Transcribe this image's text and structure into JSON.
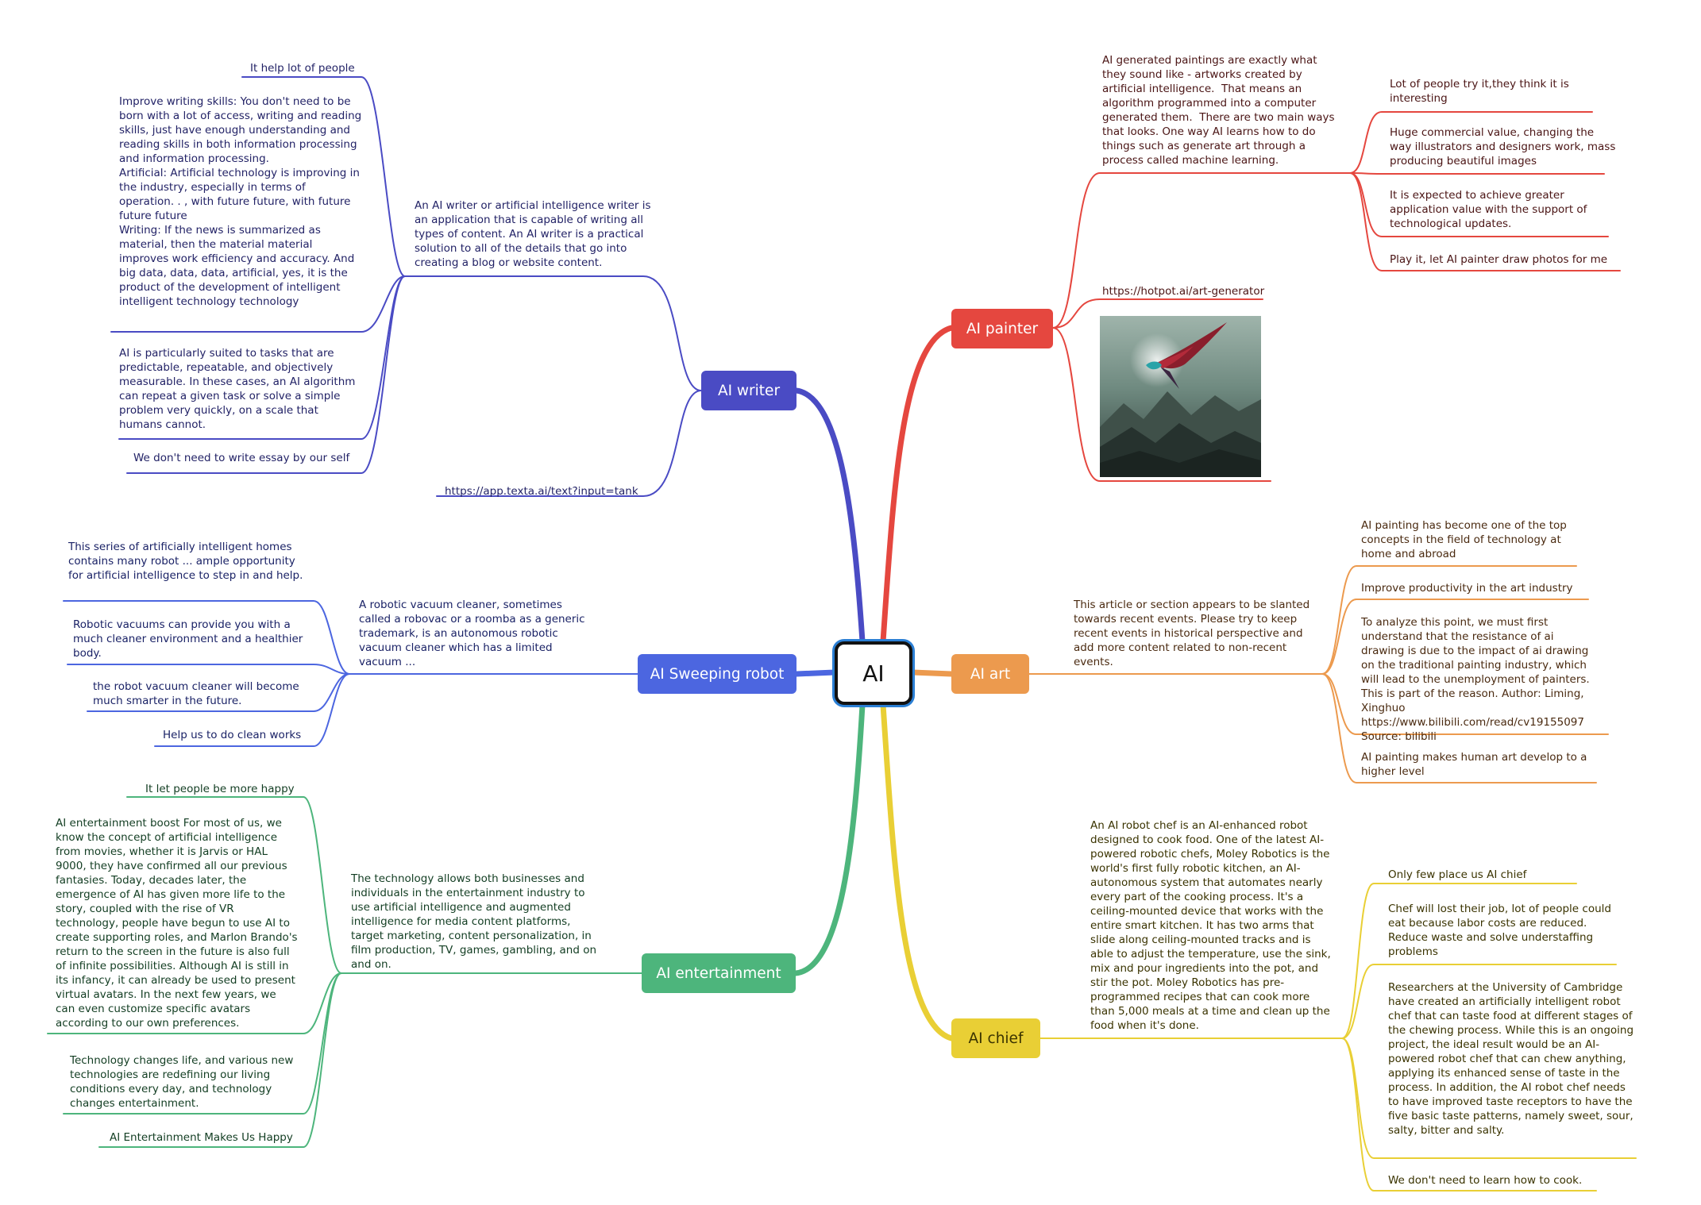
{
  "center": "AI",
  "colors": {
    "writer": "#4a4bc4",
    "painter": "#e5473f",
    "sweeping": "#4c66e0",
    "art": "#ec9a4e",
    "entertainment": "#4db57c",
    "chief": "#e9cf35"
  },
  "writer": {
    "label": "AI writer",
    "desc": "An AI writer or artificial intelligence writer is an application that is capable of writing all types of content. An AI writer is a practical solution to all of the details that go into creating a blog or website content.",
    "link": "https://app.texta.ai/text?input=tank",
    "items": [
      "It help lot of people",
      "Improve writing skills: You don't need to be born with a lot of access, writing and reading skills, just have enough understanding and reading skills in both information processing and information processing.\nArtificial: Artificial technology is improving in the industry, especially in terms of operation. . , with future future, with future future future\nWriting: If the news is summarized as material, then the material material improves work efficiency and accuracy. And big data, data, data, artificial, yes, it is the product of the development of intelligent intelligent technology technology",
      "AI is particularly suited to tasks that are predictable, repeatable, and objectively measurable. In these cases, an AI algorithm can repeat a given task or solve a simple problem very quickly, on a scale that humans cannot.",
      "We don't need to write essay by our self"
    ]
  },
  "painter": {
    "label": "AI painter",
    "desc": "AI generated paintings are exactly what they sound like - artworks created by artificial intelligence.  That means an algorithm programmed into a computer generated them.  There are two main ways that looks. One way AI learns how to do things such as generate art through a process called machine learning.",
    "link": "https://hotpot.ai/art-generator",
    "items": [
      "Lot of people try it,they think it is interesting",
      "Huge commercial value, changing the way illustrators and designers work, mass producing beautiful images",
      "It is expected to achieve greater application value with the support of technological updates.",
      "Play it, let AI painter draw photos for me"
    ]
  },
  "sweeping": {
    "label": "AI Sweeping robot",
    "desc": "A robotic vacuum cleaner, sometimes called a robovac or a roomba as a generic trademark, is an autonomous robotic vacuum cleaner which has a limited vacuum ...",
    "items": [
      "This series of artificially intelligent homes contains many robot ... ample opportunity for artificial intelligence to step in and help.",
      "Robotic vacuums can provide you with a much cleaner environment and a healthier body.",
      "the robot vacuum cleaner will become much smarter in the future.",
      "Help us to do clean works"
    ]
  },
  "art": {
    "label": "AI art",
    "desc": "This article or section appears to be slanted towards recent events. Please try to keep recent events in historical perspective and add more content related to non-recent events.",
    "items": [
      "AI painting has become one of the top concepts in the field of technology at home and abroad",
      "Improve productivity in the art industry",
      "To analyze this point, we must first understand that the resistance of ai drawing is due to the impact of ai drawing on the traditional painting industry, which will lead to the unemployment of painters. This is part of the reason. Author: Liming, Xinghuo https://www.bilibili.com/read/cv19155097 Source: bilibili",
      "AI painting makes human art develop to a higher level"
    ]
  },
  "entertainment": {
    "label": "AI entertainment",
    "desc": "The technology allows both businesses and individuals in the entertainment industry to use artificial intelligence and augmented intelligence for media content platforms, target marketing, content personalization, in film production, TV, games, gambling, and on and on.",
    "items": [
      "It let people be more happy",
      "AI entertainment boost For most of us, we know the concept of artificial intelligence from movies, whether it is Jarvis or HAL 9000, they have confirmed all our previous fantasies. Today, decades later, the emergence of AI has given more life to the story, coupled with the rise of VR technology, people have begun to use AI to create supporting roles, and Marlon Brando's return to the screen in the future is also full of infinite possibilities. Although AI is still in its infancy, it can already be used to present virtual avatars. In the next few years, we can even customize specific avatars according to our own preferences.",
      "Technology changes life, and various new technologies are redefining our living conditions every day, and technology changes entertainment.",
      "AI Entertainment Makes Us Happy"
    ]
  },
  "chief": {
    "label": "AI chief",
    "desc": "An AI robot chef is an AI-enhanced robot designed to cook food. One of the latest AI-powered robotic chefs, Moley Robotics is the world's first fully robotic kitchen, an AI-autonomous system that automates nearly every part of the cooking process. It's a ceiling-mounted device that works with the entire smart kitchen. It has two arms that slide along ceiling-mounted tracks and is able to adjust the temperature, use the sink, mix and pour ingredients into the pot, and stir the pot. Moley Robotics has pre-programmed recipes that can cook more than 5,000 meals at a time and clean up the food when it's done.",
    "items": [
      "Only few place us AI chief",
      "Chef will lost their job, lot of people could eat because labor costs are reduced. Reduce waste and solve understaffing problems",
      "Researchers at the University of Cambridge have created an artificially intelligent robot chef that can taste food at different stages of the chewing process. While this is an ongoing project, the ideal result would be an AI-powered robot chef that can chew anything, applying its enhanced sense of taste in the process. In addition, the AI robot chef needs to have improved taste receptors to have the five basic taste patterns, namely sweet, sour, salty, bitter and salty.",
      "We don't need to learn how to cook."
    ]
  }
}
